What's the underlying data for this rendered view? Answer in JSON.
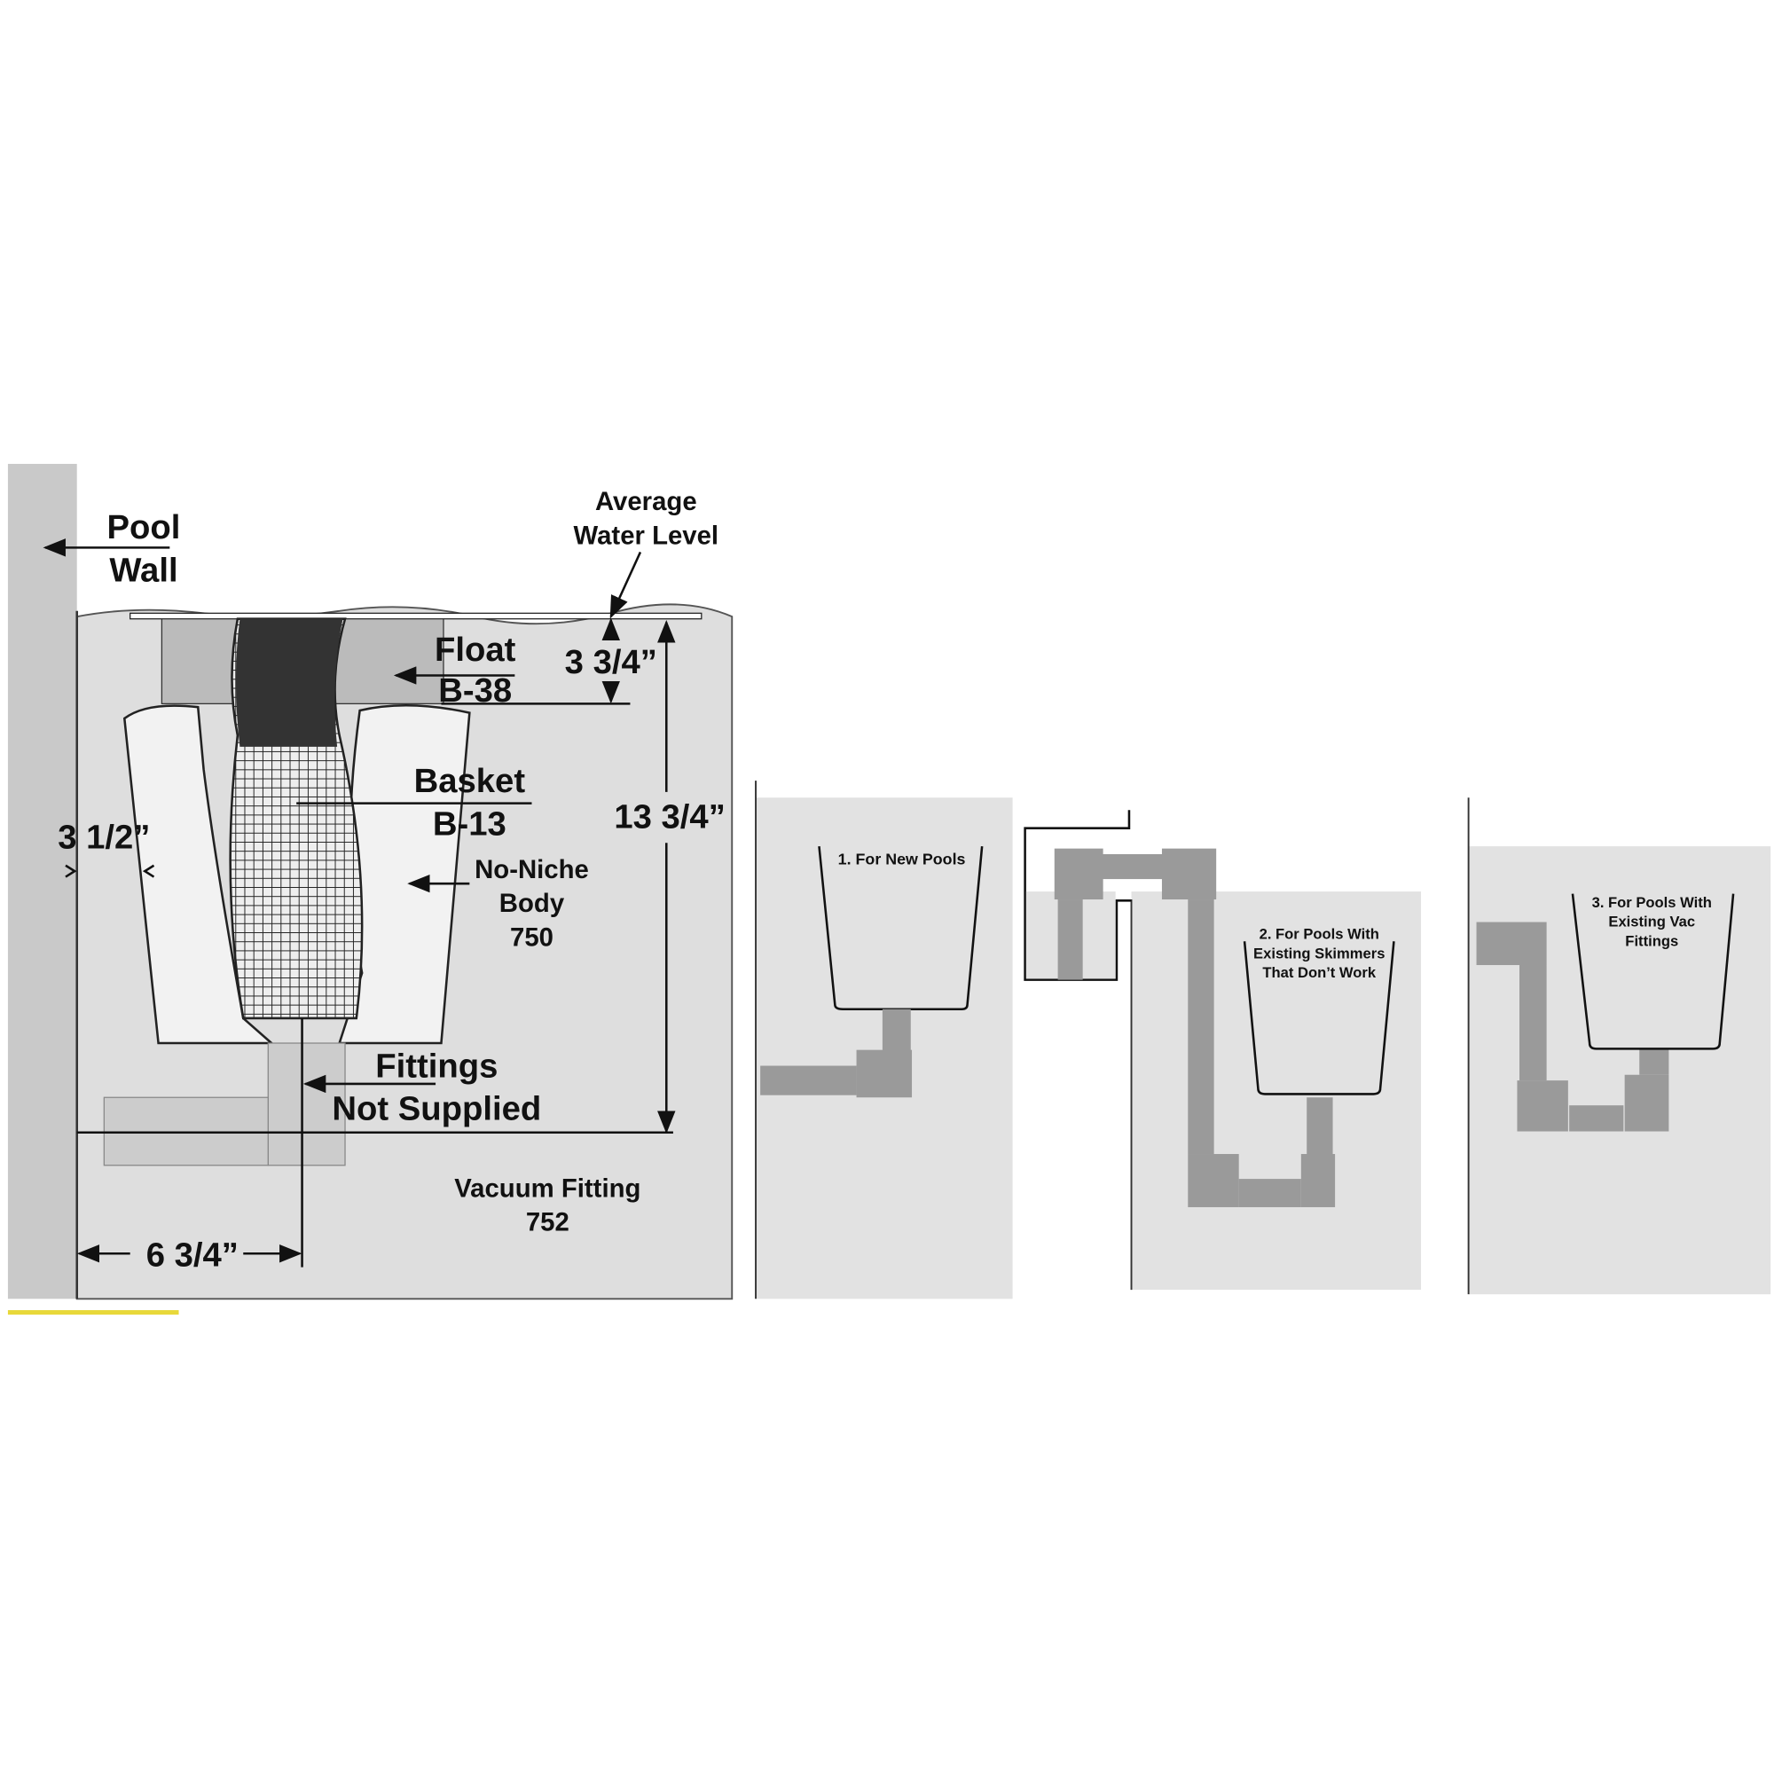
{
  "main": {
    "pool_wall": [
      "Pool",
      "Wall"
    ],
    "water_level": [
      "Average",
      "Water Level"
    ],
    "float": [
      "Float",
      "B-38"
    ],
    "float_depth": "3 3/4”",
    "basket": [
      "Basket",
      "B-13"
    ],
    "total_height": "13 3/4”",
    "side_gap": "3 1/2”",
    "body": [
      "No-Niche",
      "Body",
      "750"
    ],
    "fittings": [
      "Fittings",
      "Not Supplied"
    ],
    "vacuum_fitting": [
      "Vacuum Fitting",
      "752"
    ],
    "offset": "6 3/4”"
  },
  "panels": [
    {
      "lines": [
        "1. For New Pools"
      ]
    },
    {
      "lines": [
        "2. For Pools With",
        "Existing Skimmers",
        "That Don’t Work"
      ]
    },
    {
      "lines": [
        "3. For Pools With",
        "Existing Vac",
        "Fittings"
      ]
    }
  ],
  "colors": {
    "accent": "#e8d83a",
    "ground": "#dedede",
    "pipe": "#9a9a9a"
  }
}
